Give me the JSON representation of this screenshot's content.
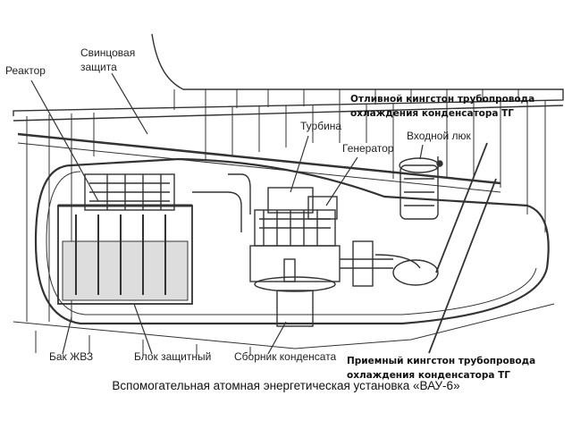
{
  "labels": {
    "reactor": "Реактор",
    "lead_shield_1": "Свинцовая",
    "lead_shield_2": "защита",
    "turbine": "Турбина",
    "generator": "Генератор",
    "hatch": "Входной люк",
    "outlet_kingston_1": "Отливной кингстон трубопровода",
    "outlet_kingston_2": "охлаждения конденсатора ТГ",
    "inlet_kingston_1": "Приемный кингстон трубопровода",
    "inlet_kingston_2": "охлаждения конденсатора ТГ",
    "tank": "Бак ЖВЗ",
    "shield_block": "Блок защитный",
    "condensate": "Сборник конденсата"
  },
  "caption": "Вспомогательная атомная энергетическая установка «ВАУ-6»"
}
